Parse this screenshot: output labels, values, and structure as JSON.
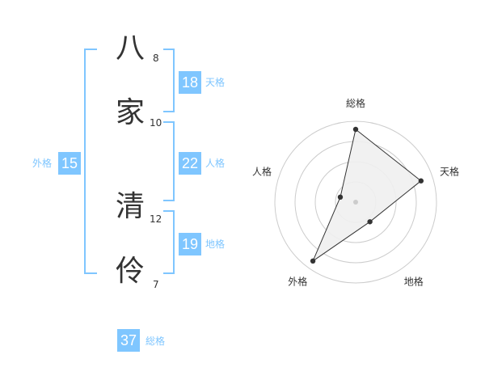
{
  "name": {
    "chars": [
      {
        "char": "八",
        "strokes": "8"
      },
      {
        "char": "家",
        "strokes": "10"
      },
      {
        "char": "清",
        "strokes": "12"
      },
      {
        "char": "伶",
        "strokes": "7"
      }
    ]
  },
  "fortune": {
    "tenkaku": {
      "value": "18",
      "label": "天格"
    },
    "jinkaku": {
      "value": "22",
      "label": "人格"
    },
    "chikaku": {
      "value": "19",
      "label": "地格"
    },
    "gaikaku": {
      "value": "15",
      "label": "外格"
    },
    "soukaku": {
      "value": "37",
      "label": "総格"
    }
  },
  "chart_data": {
    "type": "radar",
    "axes": [
      "総格",
      "天格",
      "地格",
      "外格",
      "人格"
    ],
    "values": [
      0.9,
      0.85,
      0.3,
      0.9,
      0.2
    ],
    "scale": [
      0,
      1
    ],
    "rings": 4,
    "colors": {
      "fill": "#f0f0f0",
      "line": "#333333",
      "grid": "#cccccc",
      "center": "#cccccc"
    }
  },
  "colors": {
    "accent": "#7fc6ff",
    "text": "#333333"
  }
}
